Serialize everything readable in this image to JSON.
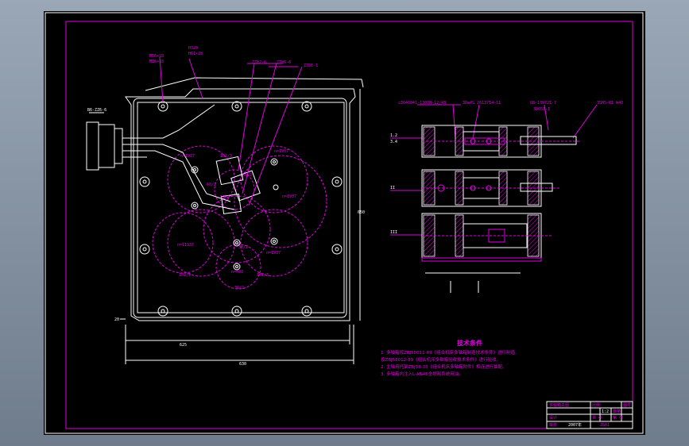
{
  "drawing": {
    "callouts_top": [
      "M66×18",
      "M16×18",
      "H320",
      "H61×28",
      "ZZB2-6",
      "ZZ86-6",
      "ZZ86-1"
    ],
    "motor_label": "B6-ZZ6-6",
    "gear_labels": [
      "n=1937",
      "102/3",
      "n=1937",
      "60/2",
      "60/2",
      "60/2",
      "n=1937",
      "n=11937",
      "30/2",
      "n=1937",
      "n=480",
      "102/3",
      "102/3",
      "36/2"
    ],
    "section_labels": [
      "c3046041-1307H-12/48",
      "3Dw4S 2613714-11",
      "88-130721-7",
      "3SH5-R1-W40",
      "3D651-1",
      "1.2",
      "3.4",
      "II",
      "III"
    ],
    "dimensions": [
      "20",
      "625",
      "650",
      "630"
    ],
    "tech_title": "技术条件",
    "tech_lines": [
      "1. 多轴箱按ZBJ58011-89《组合机床多轴箱制造技术条件》进行制造,",
      "   按ZBJ58012-89《组合机床多轴箱验收技术条件》进行验收。",
      "2. 主轴用托架ZBJ58-33《组合机床多轴箱附件》相连进行装配。",
      "3. 多轴箱内注入L-AN46全损耗系统用油。"
    ],
    "title_block": [
      "多轴箱总图",
      "比例",
      "1:2",
      "图号",
      "共 张",
      "第 张",
      "设计",
      "审核",
      "日期",
      "2007年",
      "ZG01",
      "材料",
      "数量",
      "重量"
    ]
  }
}
